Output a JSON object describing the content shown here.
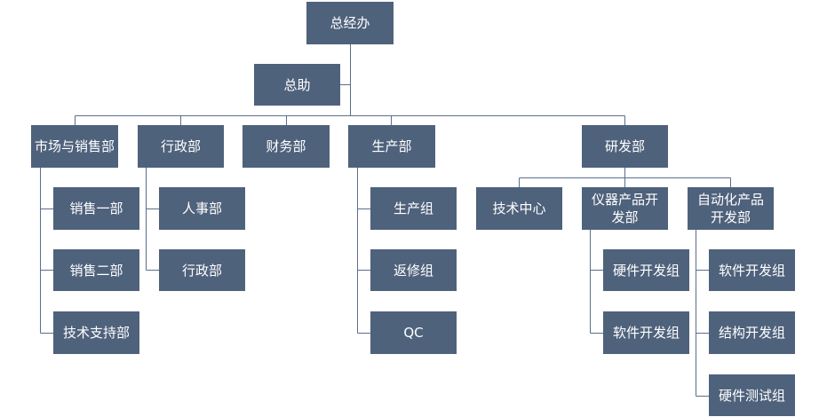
{
  "colors": {
    "box": "#4f627c",
    "text": "#ffffff",
    "line": "#5a6f8c",
    "background": "#ffffff"
  },
  "org": {
    "ceo_office": "总经办",
    "assistant": "总助",
    "departments": {
      "marketing_sales": {
        "name": "市场与销售部",
        "children": [
          "销售一部",
          "销售二部",
          "技术支持部"
        ]
      },
      "admin": {
        "name": "行政部",
        "children": [
          "人事部",
          "行政部"
        ]
      },
      "finance": {
        "name": "财务部"
      },
      "production": {
        "name": "生产部",
        "children": [
          "生产组",
          "返修组",
          "QC"
        ]
      },
      "rnd": {
        "name": "研发部",
        "tech_center": "技术中心",
        "instrument": {
          "name": "仪器产品开发部",
          "children": [
            "硬件开发组",
            "软件开发组"
          ]
        },
        "automation": {
          "name": "自动化产品开发部",
          "children": [
            "软件开发组",
            "结构开发组",
            "硬件测试组"
          ]
        }
      }
    }
  }
}
